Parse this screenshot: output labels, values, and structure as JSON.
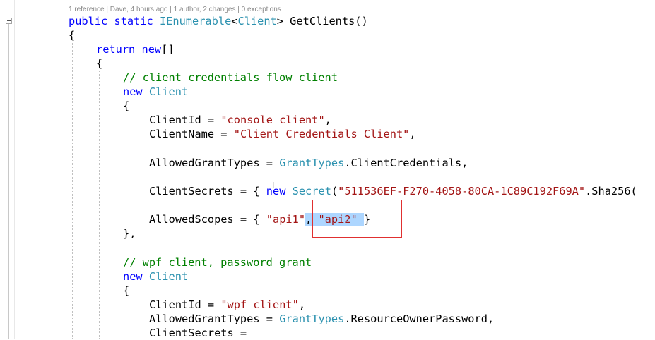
{
  "codelens": "1 reference | Dave, 4 hours ago | 1 author, 2 changes | 0 exceptions",
  "code": {
    "method_decl": {
      "kw1": "public",
      "kw2": "static",
      "type1": "IEnumerable",
      "lt": "<",
      "type2": "Client",
      "rest": "> GetClients()"
    },
    "open_brace_1": "{",
    "return_stmt": {
      "kw1": "return",
      "kw2": "new",
      "rest": "[]"
    },
    "open_brace_2": "{",
    "comment_1": "// client credentials flow client",
    "new_client_1": {
      "kw": "new",
      "type": "Client"
    },
    "open_brace_3": "{",
    "client_id_1": {
      "prop": "ClientId = ",
      "value": "\"console client\"",
      "end": ","
    },
    "client_name_1": {
      "prop": "ClientName = ",
      "value": "\"Client Credentials Client\"",
      "end": ","
    },
    "grant_types_1": {
      "prop": "AllowedGrantTypes = ",
      "type": "GrantTypes",
      "rest": ".ClientCredentials,"
    },
    "client_secrets_1": {
      "prop": "ClientSecrets = { ",
      "kw": "new",
      "type": "Secret",
      "paren": "(",
      "value": "\"511536EF-F270-4058-80CA-1C89C192F69A\"",
      "rest": ".Sha256("
    },
    "allowed_scopes_1": {
      "prop": "AllowedScopes = { ",
      "value1": "\"api1\"",
      "sel_comma": ", ",
      "sel_value": "\"api2\" ",
      "end": "}"
    },
    "close_brace_1": "},",
    "comment_2": "// wpf client, password grant",
    "new_client_2": {
      "kw": "new",
      "type": "Client"
    },
    "open_brace_4": "{",
    "client_id_2": {
      "prop": "ClientId = ",
      "value": "\"wpf client\"",
      "end": ","
    },
    "grant_types_2": {
      "prop": "AllowedGrantTypes = ",
      "type": "GrantTypes",
      "rest": ".ResourceOwnerPassword,"
    },
    "client_secrets_2": {
      "prop": "ClientSecrets ="
    }
  },
  "colors": {
    "keyword": "#0000ff",
    "type": "#2b91af",
    "string": "#a31515",
    "comment": "#008000",
    "selection": "#add6ff",
    "annotation": "#e03030"
  },
  "icons": {
    "fold": "collapse-minus-icon",
    "cursor": "text-cursor-icon"
  }
}
